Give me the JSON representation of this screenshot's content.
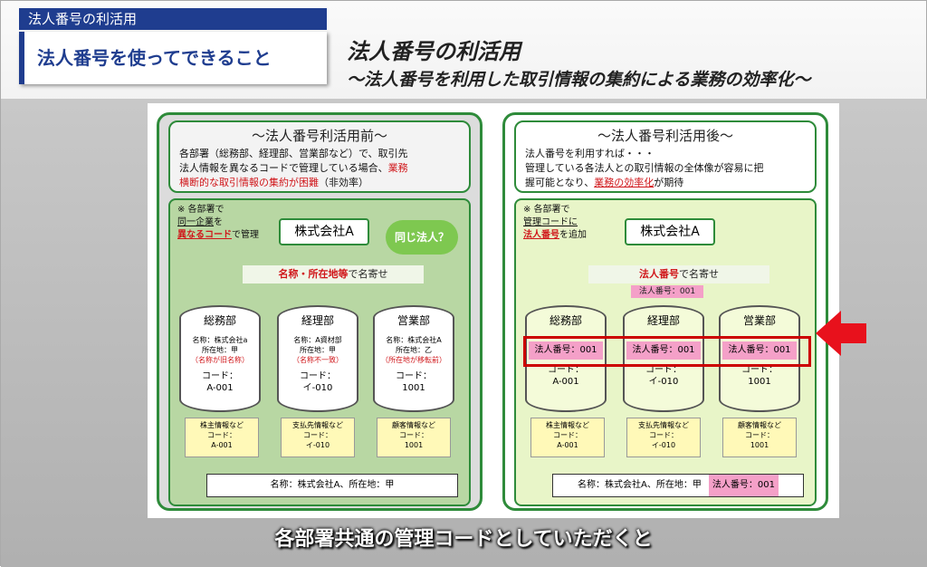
{
  "header": {
    "tag": "法人番号の利活用",
    "subtitle": "法人番号を使ってできること"
  },
  "main_title": "法人番号の利活用",
  "main_subtitle": "～法人番号を利用した取引情報の集約による業務の効率化～",
  "before": {
    "heading": "～法人番号利活用前～",
    "desc_line1": "各部署（総務部、経理部、営業部など）で、取引先",
    "desc_line2": "法人情報を異なるコードで管理している場合、",
    "desc_red1": "業務",
    "desc_red2": "横断的な取引情報の集約が困難",
    "desc_end": "（非効率）",
    "note1": "※ 各部署で",
    "note2": "同一企業",
    "note2b": "を",
    "note3": "異なるコード",
    "note3b": "で管理",
    "company": "株式会社A",
    "cloud": "同じ法人？",
    "banner_red": "名称・所在地等",
    "banner_rest": "で名寄せ",
    "depts": [
      {
        "name": "総務部",
        "d1": "名称：株式会社a",
        "d2": "所在地：甲",
        "red": "（名称が旧名称）",
        "code1": "コード：",
        "code2": "A-001"
      },
      {
        "name": "経理部",
        "d1": "名称：A資材部",
        "d2": "所在地：甲",
        "red": "（名称不一致）",
        "code1": "コード：",
        "code2": "イ-010"
      },
      {
        "name": "営業部",
        "d1": "名称：株式会社A",
        "d2": "所在地：乙",
        "red": "（所在地が移転前）",
        "code1": "コード：",
        "code2": "1001"
      }
    ],
    "docs": [
      {
        "t": "株主情報など",
        "c1": "コード：",
        "c2": "A-001"
      },
      {
        "t": "支払先情報など",
        "c1": "コード：",
        "c2": "イ-010"
      },
      {
        "t": "顧客情報など",
        "c1": "コード：",
        "c2": "1001"
      }
    ],
    "bottom": "名称：株式会社A、所在地：甲"
  },
  "after": {
    "heading": "～法人番号利活用後～",
    "desc_line1": "法人番号を利用すれば・・・",
    "desc_line2": "管理している各法人との取引情報の全体像が容易に把",
    "desc_line3a": "握可能となり、",
    "desc_red": "業務の効率化",
    "desc_end": "が期待",
    "note1": "※ 各部署で",
    "note2": "管理コードに",
    "note3": "法人番号",
    "note3b": "を追加",
    "company": "株式会社A",
    "banner_red": "法人番号",
    "banner_rest": "で名寄せ",
    "badge": "法人番号：001",
    "depts": [
      {
        "name": "総務部",
        "hb": "法人番号：001",
        "code1": "コード：",
        "code2": "A-001"
      },
      {
        "name": "経理部",
        "hb": "法人番号：001",
        "code1": "コード：",
        "code2": "イ-010"
      },
      {
        "name": "営業部",
        "hb": "法人番号：001",
        "code1": "コード：",
        "code2": "1001"
      }
    ],
    "docs": [
      {
        "t": "株主情報など",
        "c1": "コード：",
        "c2": "A-001"
      },
      {
        "t": "支払先情報など",
        "c1": "コード：",
        "c2": "イ-010"
      },
      {
        "t": "顧客情報など",
        "c1": "コード：",
        "c2": "1001"
      }
    ],
    "bottom": "名称：株式会社A、所在地：甲",
    "bottom_badge": "法人番号：001"
  },
  "caption": "各部署共通の管理コードとしていただくと",
  "colors": {
    "navy": "#1f3d8f",
    "green": "#2e8b3a",
    "red": "#d0161a",
    "pink": "#f4a0c8"
  }
}
